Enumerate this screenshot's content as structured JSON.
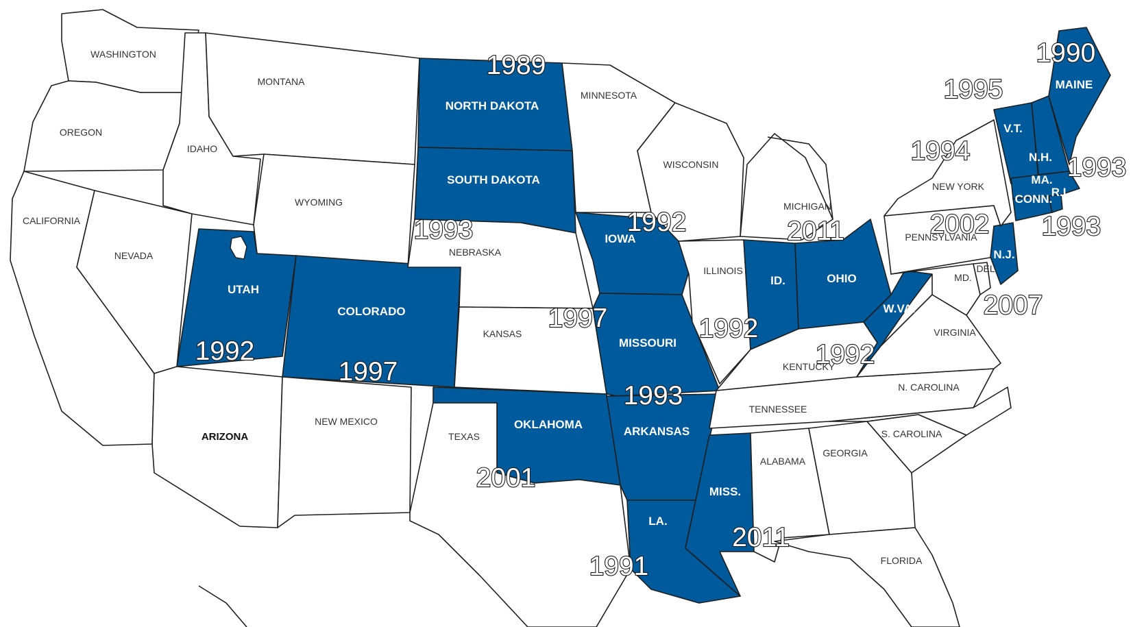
{
  "map": {
    "colors": {
      "highlight": "#005a9c",
      "unhighlighted": "#ffffff",
      "border": "#1f1f1f",
      "year_text": "#ffffff"
    },
    "states": {
      "washington": {
        "label": "WASHINGTON",
        "highlighted": false
      },
      "oregon": {
        "label": "OREGON",
        "highlighted": false
      },
      "california": {
        "label": "CALIFORNIA",
        "highlighted": false
      },
      "nevada": {
        "label": "NEVADA",
        "highlighted": false
      },
      "idaho": {
        "label": "IDAHO",
        "highlighted": false
      },
      "montana": {
        "label": "MONTANA",
        "highlighted": false
      },
      "wyoming": {
        "label": "WYOMING",
        "highlighted": false
      },
      "utah": {
        "label": "UTAH",
        "highlighted": true
      },
      "colorado": {
        "label": "COLORADO",
        "highlighted": true
      },
      "arizona": {
        "label": "ARIZONA",
        "highlighted": false
      },
      "new_mexico": {
        "label": "NEW MEXICO",
        "highlighted": false
      },
      "north_dakota": {
        "label": "NORTH DAKOTA",
        "highlighted": true
      },
      "south_dakota": {
        "label": "SOUTH DAKOTA",
        "highlighted": true
      },
      "nebraska": {
        "label": "NEBRASKA",
        "highlighted": false
      },
      "kansas": {
        "label": "KANSAS",
        "highlighted": false
      },
      "oklahoma": {
        "label": "OKLAHOMA",
        "highlighted": true
      },
      "texas": {
        "label": "TEXAS",
        "highlighted": false
      },
      "minnesota": {
        "label": "MINNESOTA",
        "highlighted": false
      },
      "iowa": {
        "label": "IOWA",
        "highlighted": true
      },
      "missouri": {
        "label": "MISSOURI",
        "highlighted": true
      },
      "arkansas": {
        "label": "ARKANSAS",
        "highlighted": true
      },
      "louisiana": {
        "label": "LA.",
        "highlighted": true
      },
      "wisconsin": {
        "label": "WISCONSIN",
        "highlighted": false
      },
      "illinois": {
        "label": "ILLINOIS",
        "highlighted": false
      },
      "michigan": {
        "label": "MICHIGAN",
        "highlighted": false
      },
      "indiana": {
        "label": "ID.",
        "highlighted": true
      },
      "ohio": {
        "label": "OHIO",
        "highlighted": true
      },
      "kentucky": {
        "label": "KENTUCKY",
        "highlighted": false
      },
      "tennessee": {
        "label": "TENNESSEE",
        "highlighted": false
      },
      "mississippi": {
        "label": "MISS.",
        "highlighted": true
      },
      "alabama": {
        "label": "ALABAMA",
        "highlighted": false
      },
      "georgia": {
        "label": "GEORGIA",
        "highlighted": false
      },
      "florida": {
        "label": "FLORIDA",
        "highlighted": false
      },
      "south_carolina": {
        "label": "S. CAROLINA",
        "highlighted": false
      },
      "north_carolina": {
        "label": "N. CAROLINA",
        "highlighted": false
      },
      "virginia": {
        "label": "VIRGINIA",
        "highlighted": false
      },
      "west_virginia": {
        "label": "W.VA.",
        "highlighted": true
      },
      "maryland": {
        "label": "MD.",
        "highlighted": false
      },
      "delaware": {
        "label": "DEL.",
        "highlighted": false
      },
      "pennsylvania": {
        "label": "PENNSYLVANIA",
        "highlighted": false
      },
      "new_jersey": {
        "label": "N.J.",
        "highlighted": true
      },
      "new_york": {
        "label": "NEW YORK",
        "highlighted": false
      },
      "vermont": {
        "label": "V.T.",
        "highlighted": true
      },
      "new_hampshire": {
        "label": "N.H.",
        "highlighted": true
      },
      "maine": {
        "label": "MAINE",
        "highlighted": true
      },
      "massachusetts": {
        "label": "MA.",
        "highlighted": true
      },
      "connecticut": {
        "label": "CONN.",
        "highlighted": true
      },
      "rhode_island": {
        "label": "R.I.",
        "highlighted": true
      }
    },
    "years": {
      "north_dakota": "1989",
      "maine": "1990",
      "vermont": "1995",
      "new_york": "1994",
      "new_hampshire": "1993",
      "rhode_island": "1993",
      "south_dakota": "1993",
      "iowa": "1992",
      "ohio": "2011",
      "pennsylvania": "2002",
      "new_jersey": "2007",
      "kansas": "1997",
      "illinois": "1992",
      "utah": "1992",
      "colorado": "1997",
      "kentucky": "1992",
      "missouri": "1993",
      "oklahoma": "2001",
      "mississippi": "2011",
      "louisiana": "1991"
    }
  }
}
